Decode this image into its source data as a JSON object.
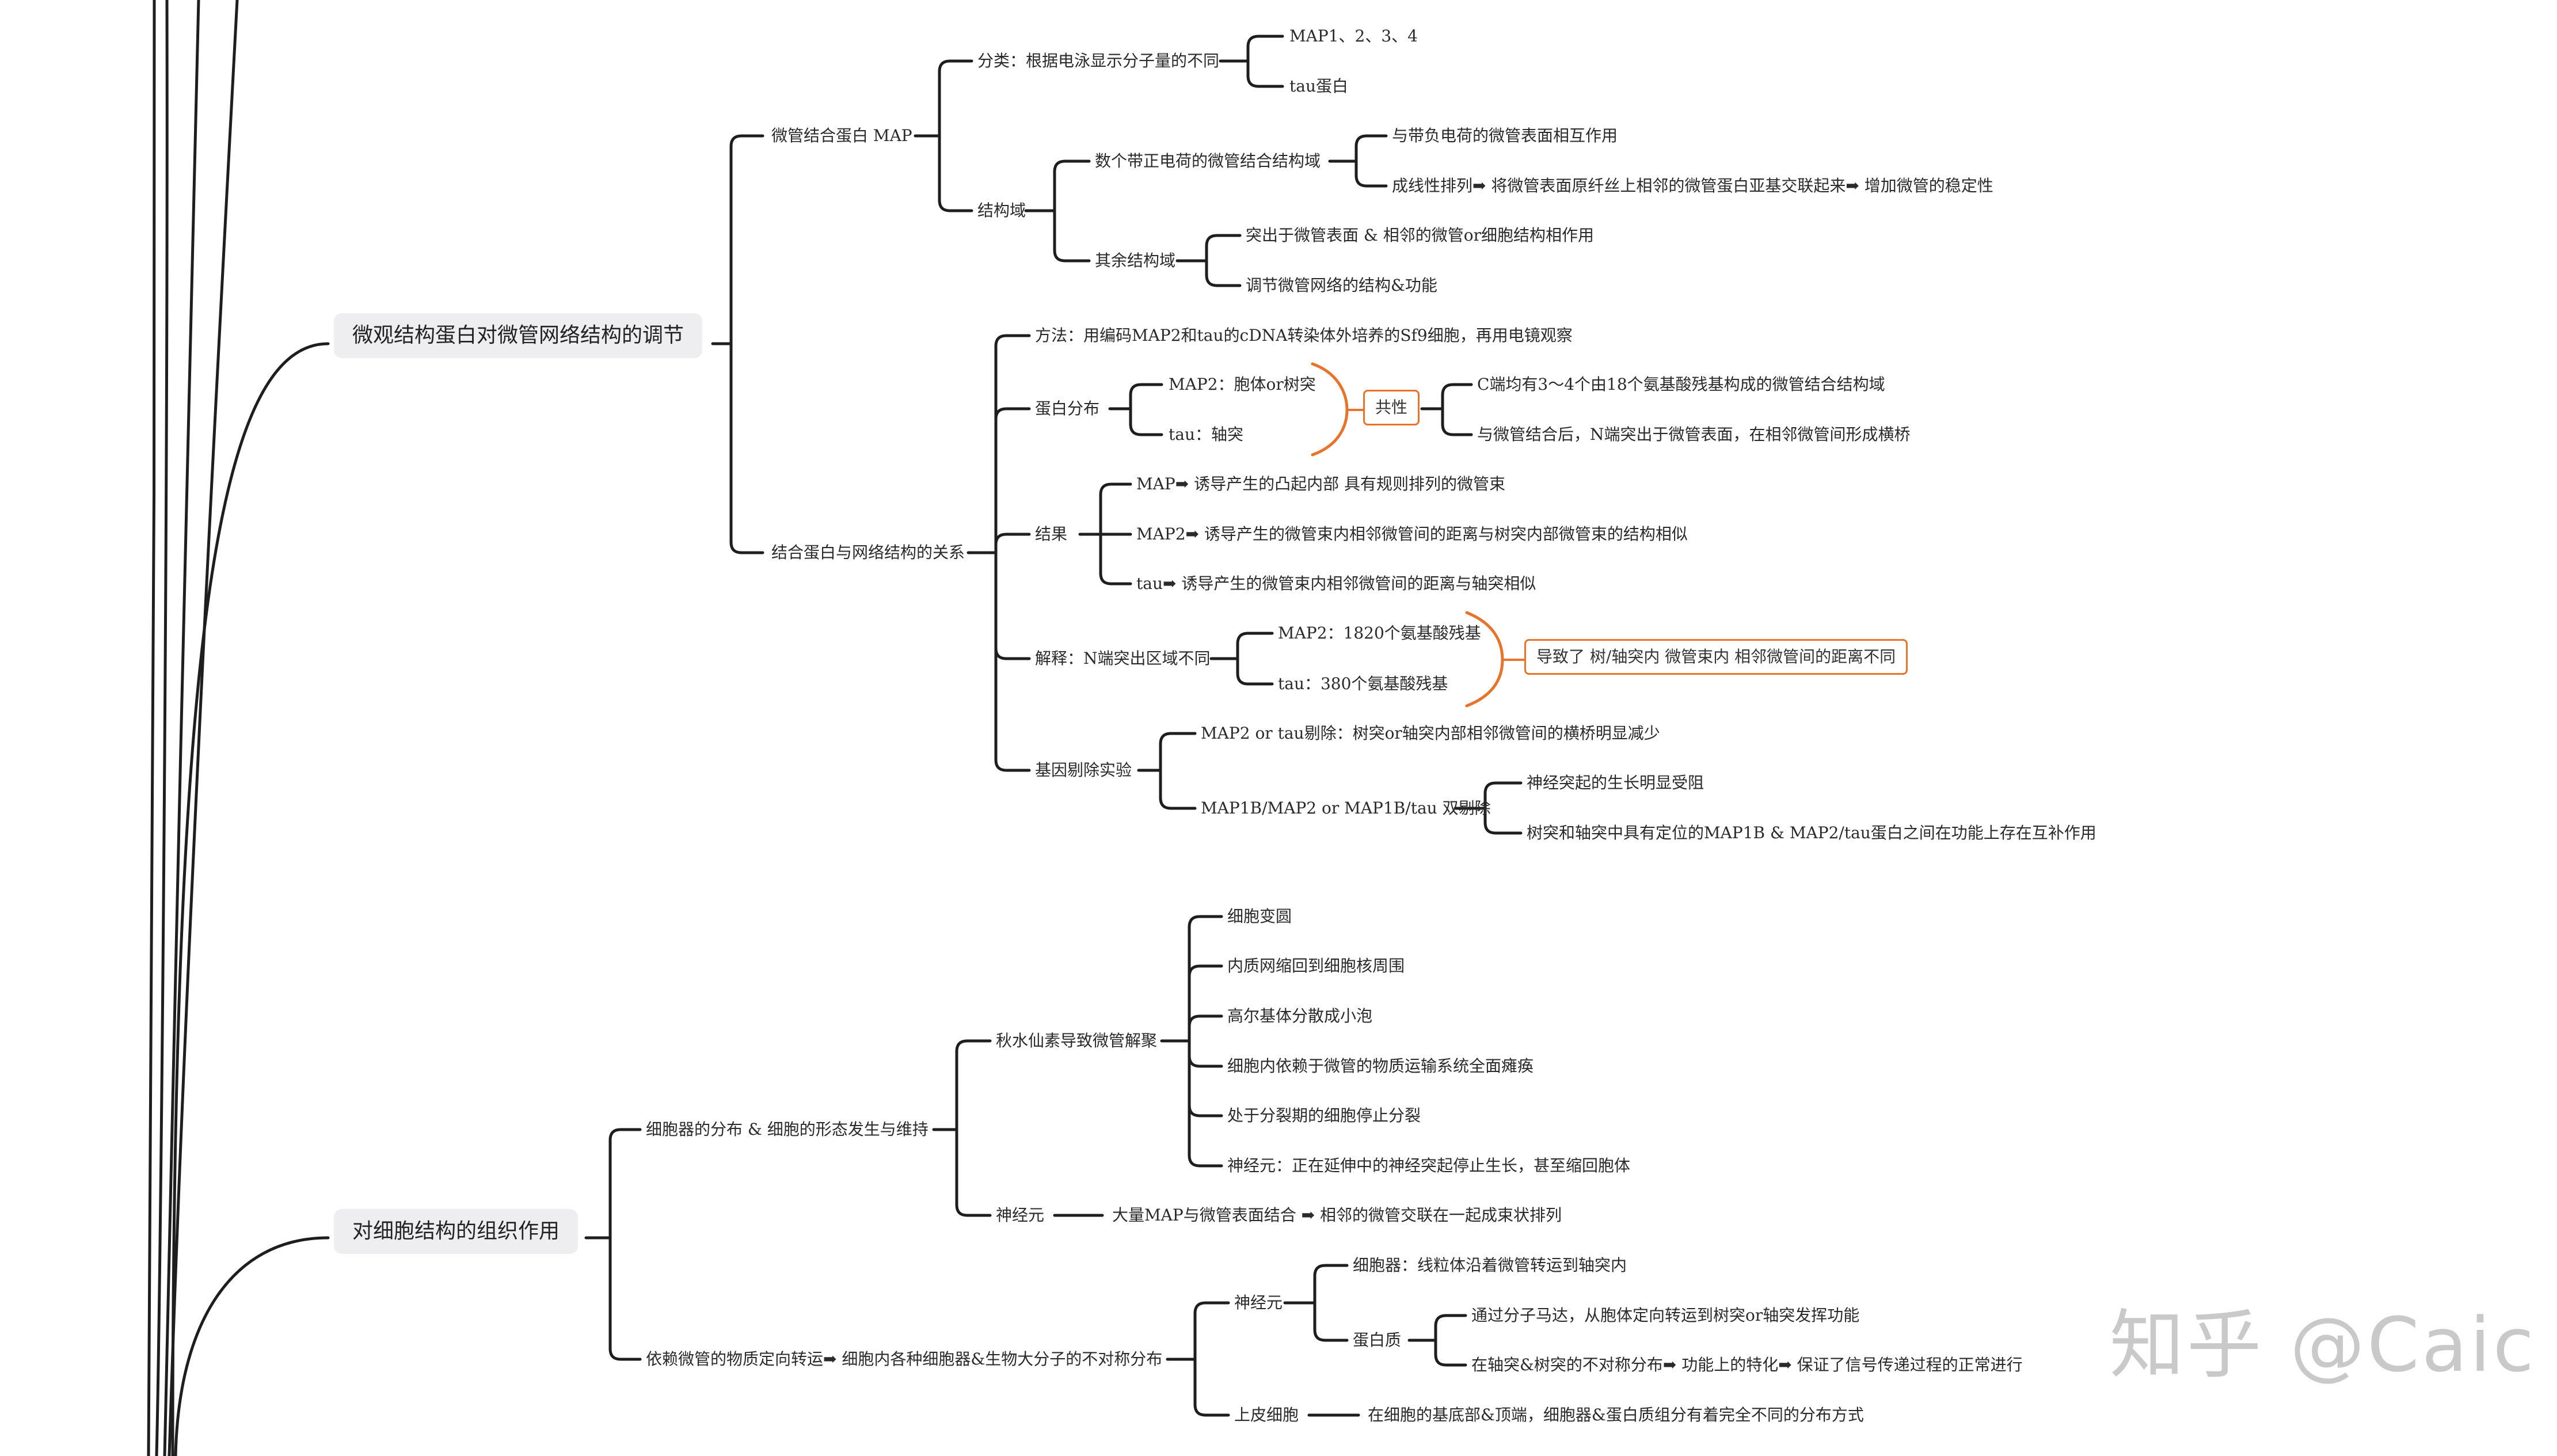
{
  "colors": {
    "line": "#1e1e1e",
    "accent": "#e8742b",
    "root_bg": "#eeeef0",
    "watermark": "#c9c9c9"
  },
  "roots": {
    "micro": "微观结构蛋白对微管网络结构的调节",
    "cell": "对细胞结构的组织作用"
  },
  "map": {
    "label": "微管结合蛋白 MAP",
    "classify": {
      "label": "分类：根据电泳显示分子量的不同",
      "items": [
        "MAP1、2、3、4",
        "tau蛋白"
      ]
    },
    "domain": {
      "label": "结构域",
      "positive": {
        "label": "数个带正电荷的微管结合结构域",
        "items": [
          "与带负电荷的微管表面相互作用",
          "成线性排列➡ 将微管表面原纤丝上相邻的微管蛋白亚基交联起来➡ 增加微管的稳定性"
        ]
      },
      "other": {
        "label": "其余结构域",
        "items": [
          "突出于微管表面 & 相邻的微管or细胞结构相作用",
          "调节微管网络的结构&功能"
        ]
      }
    }
  },
  "relation": {
    "label": "结合蛋白与网络结构的关系",
    "method": "方法：用编码MAP2和tau的cDNA转染体外培养的Sf9细胞，再用电镜观察",
    "dist": {
      "label": "蛋白分布",
      "items": [
        "MAP2：胞体or树突",
        "tau：轴突"
      ]
    },
    "common": {
      "label": "共性",
      "items": [
        "C端均有3～4个由18个氨基酸残基构成的微管结合结构域",
        "与微管结合后，N端突出于微管表面，在相邻微管间形成横桥"
      ]
    },
    "result": {
      "label": "结果",
      "items": [
        "MAP➡ 诱导产生的凸起内部 具有规则排列的微管束",
        "MAP2➡ 诱导产生的微管束内相邻微管间的距离与树突内部微管束的结构相似",
        "tau➡ 诱导产生的微管束内相邻微管间的距离与轴突相似"
      ]
    },
    "explain": {
      "label": "解释：N端突出区域不同",
      "items": [
        "MAP2：1820个氨基酸残基",
        "tau：380个氨基酸残基"
      ],
      "conclusion": "导致了 树/轴突内 微管束内 相邻微管间的距离不同"
    },
    "gene": {
      "label": "基因剔除实验",
      "single": "MAP2 or tau剔除：树突or轴突内部相邻微管间的横桥明显减少",
      "double": {
        "label": "MAP1B/MAP2 or MAP1B/tau 双剔除",
        "items": [
          "神经突起的生长明显受阻",
          "树突和轴突中具有定位的MAP1B & MAP2/tau蛋白之间在功能上存在互补作用"
        ]
      }
    }
  },
  "organelle": {
    "label": "细胞器的分布 & 细胞的形态发生与维持",
    "colchicine": {
      "label": "秋水仙素导致微管解聚",
      "items": [
        "细胞变圆",
        "内质网缩回到细胞核周围",
        "高尔基体分散成小泡",
        "细胞内依赖于微管的物质运输系统全面瘫痪",
        "处于分裂期的细胞停止分裂",
        "神经元：正在延伸中的神经突起停止生长，甚至缩回胞体"
      ]
    },
    "neuron": {
      "label": "神经元",
      "item": "大量MAP与微管表面结合 ➡ 相邻的微管交联在一起成束状排列"
    }
  },
  "transport": {
    "label": "依赖微管的物质定向转运➡ 细胞内各种细胞器&生物大分子的不对称分布",
    "neuron": {
      "label": "神经元",
      "organelle": "细胞器：线粒体沿着微管转运到轴突内",
      "protein": {
        "label": "蛋白质",
        "items": [
          "通过分子马达，从胞体定向转运到树突or轴突发挥功能",
          "在轴突&树突的不对称分布➡ 功能上的特化➡ 保证了信号传递过程的正常进行"
        ]
      }
    },
    "epithelial": {
      "label": "上皮细胞",
      "item": "在细胞的基底部&顶端，细胞器&蛋白质组分有着完全不同的分布方式"
    }
  },
  "watermark": "知乎 @Caic"
}
